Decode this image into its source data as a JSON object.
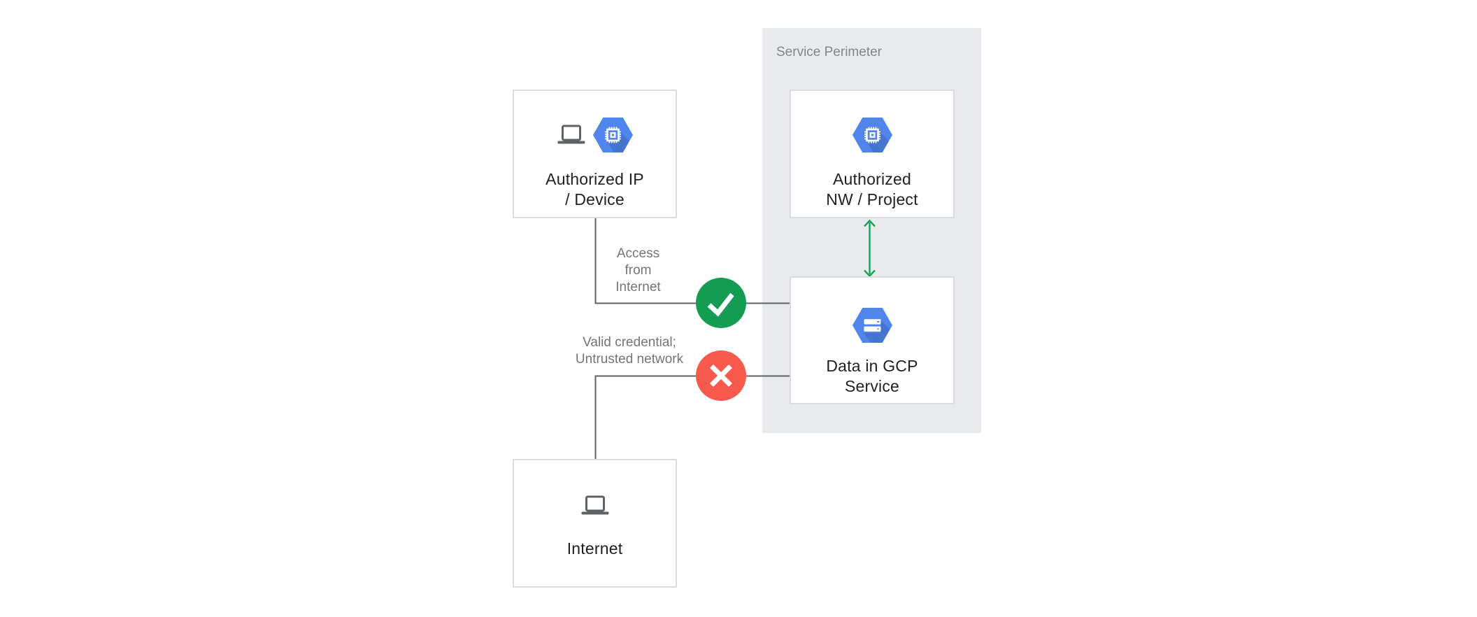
{
  "perimeter": {
    "label": "Service Perimeter"
  },
  "nodes": {
    "authorized_ip_device": {
      "label": "Authorized IP\n/ Device",
      "icons": [
        "laptop-icon",
        "compute-engine-hexagon-icon"
      ]
    },
    "authorized_nw_project": {
      "label": "Authorized\nNW / Project",
      "icons": [
        "compute-engine-hexagon-icon"
      ]
    },
    "data_in_gcp_service": {
      "label": "Data in GCP\nService",
      "icons": [
        "storage-hexagon-icon"
      ]
    },
    "internet": {
      "label": "Internet",
      "icons": [
        "laptop-icon"
      ]
    }
  },
  "edges": {
    "allowed": {
      "label": "Access\nfrom\nInternet",
      "status_icon": "check-icon",
      "from": "Authorized IP / Device",
      "to": "Data in GCP Service"
    },
    "denied": {
      "label": "Valid credential;\nUntrusted network",
      "status_icon": "x-icon",
      "from": "Internet",
      "to": "Data in GCP Service"
    },
    "internal": {
      "status_icon": "double-headed-arrow",
      "from": "Authorized NW / Project",
      "to": "Data in GCP Service"
    }
  },
  "colors": {
    "background": "#ffffff",
    "perimeter_bg": "#e8eaed",
    "box_border": "#dadce0",
    "hexagon_blue": "#5086ec",
    "success_green": "#149c52",
    "arrow_green": "#1aa05b",
    "error_red": "#f8594d",
    "line_gray": "#5f6368",
    "edge_label_gray": "#757575",
    "panel_label_gray": "#80868b",
    "node_text": "#212121",
    "icon_gray": "#5f6368"
  }
}
